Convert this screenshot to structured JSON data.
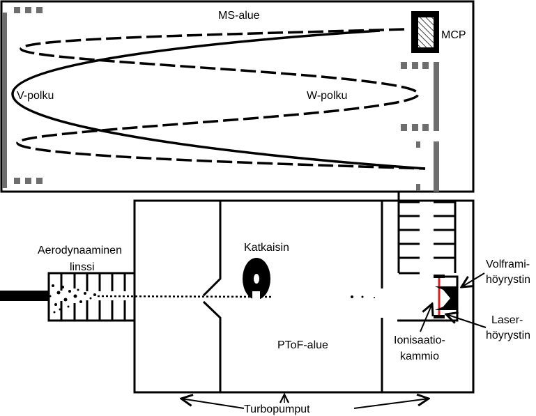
{
  "labels": {
    "ms_region": "MS-alue",
    "mcp": "MCP",
    "v_path": "V-polku",
    "w_path": "W-polku",
    "lens_line1": "Aerodynaaminen",
    "lens_line2": "linssi",
    "chopper": "Katkaisin",
    "ptof_region": "PToF-alue",
    "ion_line1": "Ionisaatio-",
    "ion_line2": "kammio",
    "tungsten_line1": "Volframi-",
    "tungsten_line2": "höyrystin",
    "laser_line1": "Laser-",
    "laser_line2": "höyrystin",
    "turbo": "Turbopumput"
  },
  "colors": {
    "line": "#000000",
    "electrode": "#6e6e6e",
    "laser": "#e02020"
  }
}
